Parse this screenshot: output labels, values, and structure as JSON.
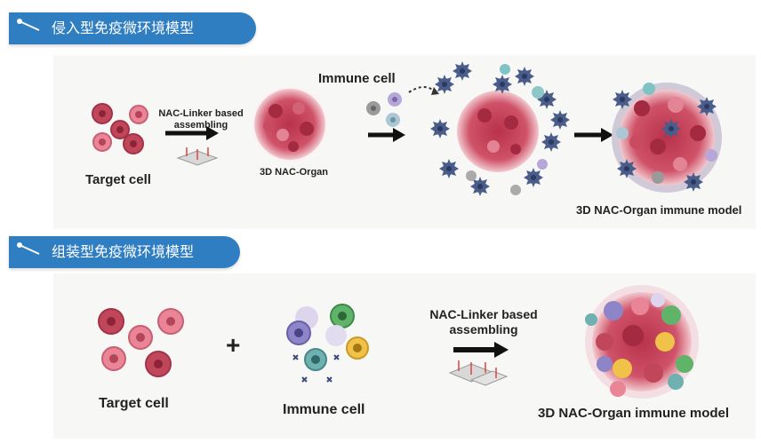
{
  "section1": {
    "title": "侵入型免疫微环境模型",
    "target_label": "Target cell",
    "linker_label_line1": "NAC-Linker based",
    "linker_label_line2": "assembling",
    "organ_label": "3D NAC-Organ",
    "immune_label": "Immune cell",
    "model_label": "3D NAC-Organ immune model"
  },
  "section2": {
    "title": "组装型免疫微环境模型",
    "target_label": "Target cell",
    "plus": "+",
    "immune_label": "Immune cell",
    "linker_label_line1": "NAC-Linker based",
    "linker_label_line2": "assembling",
    "model_label": "3D NAC-Organ immune model"
  },
  "colors": {
    "header_blue": "#2f7ec1",
    "target_red": "#c0475a",
    "target_pink": "#e98597",
    "immune_navy": "#4a5c8a",
    "immune_teal": "#6fb0b0",
    "immune_green": "#5fb46a",
    "immune_yellow": "#f0c24a",
    "immune_purple": "#8e84c8"
  }
}
